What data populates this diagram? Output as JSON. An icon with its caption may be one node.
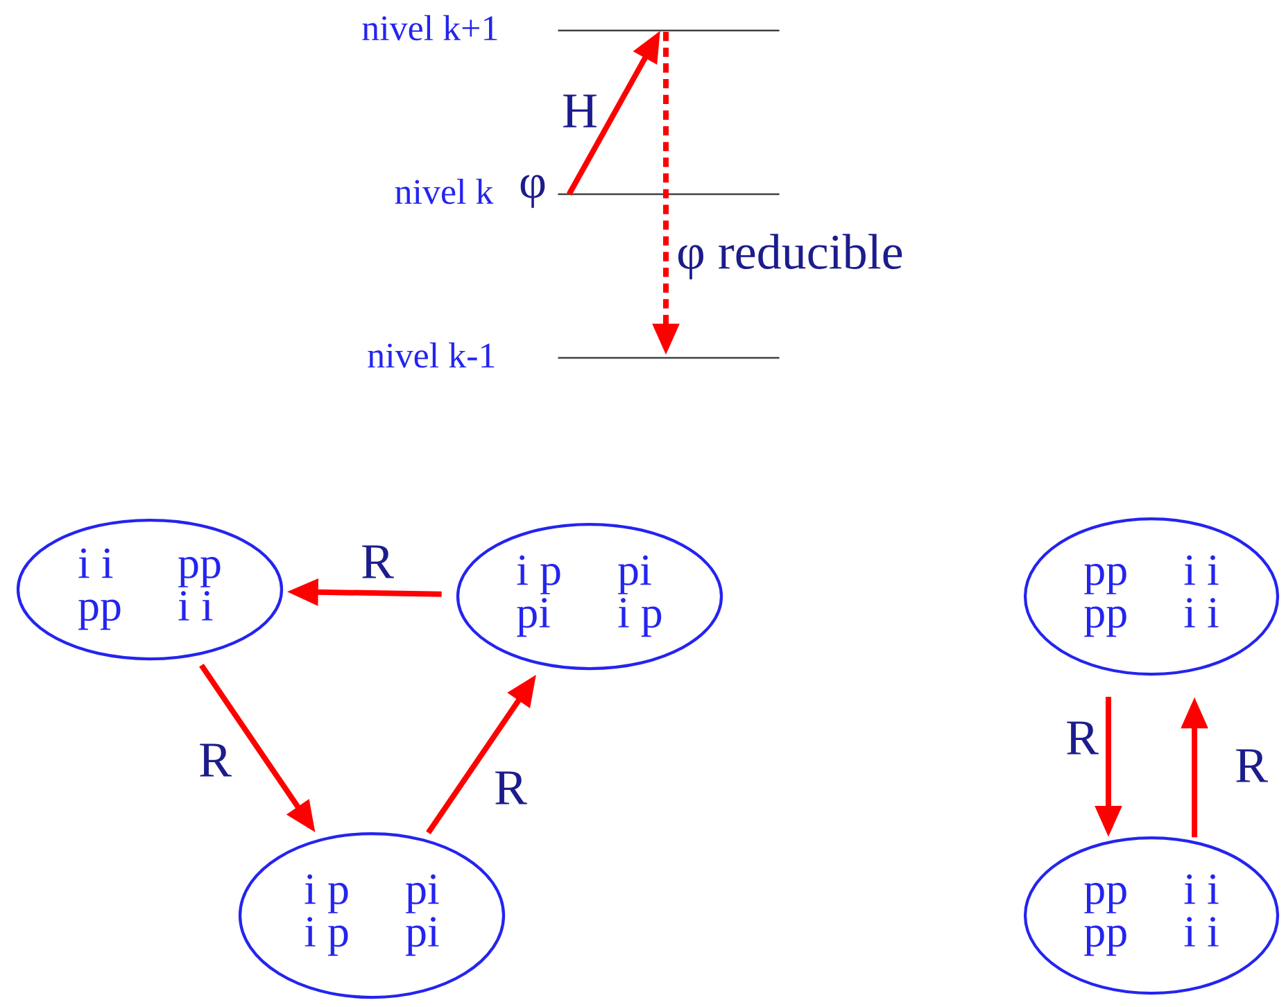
{
  "diagram": {
    "nodes": [
      {
        "text": [],
        "shape": "line",
        "beside": [
          "nivel k+1"
        ]
      },
      {
        "text": [],
        "shape": "line",
        "beside": [
          "nivel k"
        ]
      },
      {
        "text": [],
        "shape": "line",
        "beside": [
          "nivel k-1"
        ]
      },
      {
        "text": [
          "i i",
          "pp",
          "pp",
          "i i"
        ]
      },
      {
        "text": [
          "i p",
          "pi",
          "pi",
          "i p"
        ]
      },
      {
        "text": [
          "i p",
          "pi",
          "i p",
          "pi"
        ]
      },
      {
        "text": [
          "pp",
          "i i",
          "pp",
          "i i"
        ]
      },
      {
        "text": [
          "pp",
          "i i",
          "pp",
          "i i"
        ]
      }
    ],
    "edges": [
      {
        "from": 1,
        "to": 0,
        "arrow": "to",
        "label": "H"
      },
      {
        "from": 0,
        "to": 2,
        "arrow": "to",
        "label": "φ reducible",
        "style": "dashed"
      },
      {
        "from": 4,
        "to": 3,
        "arrow": "to",
        "label": "R"
      },
      {
        "from": 3,
        "to": 5,
        "arrow": "to",
        "label": "R"
      },
      {
        "from": 5,
        "to": 4,
        "arrow": "to",
        "label": "R"
      },
      {
        "from": 6,
        "to": 7,
        "arrow": "to",
        "label": "R"
      },
      {
        "from": 7,
        "to": 6,
        "arrow": "to",
        "label": "R"
      }
    ],
    "labels": [
      "φ"
    ]
  }
}
